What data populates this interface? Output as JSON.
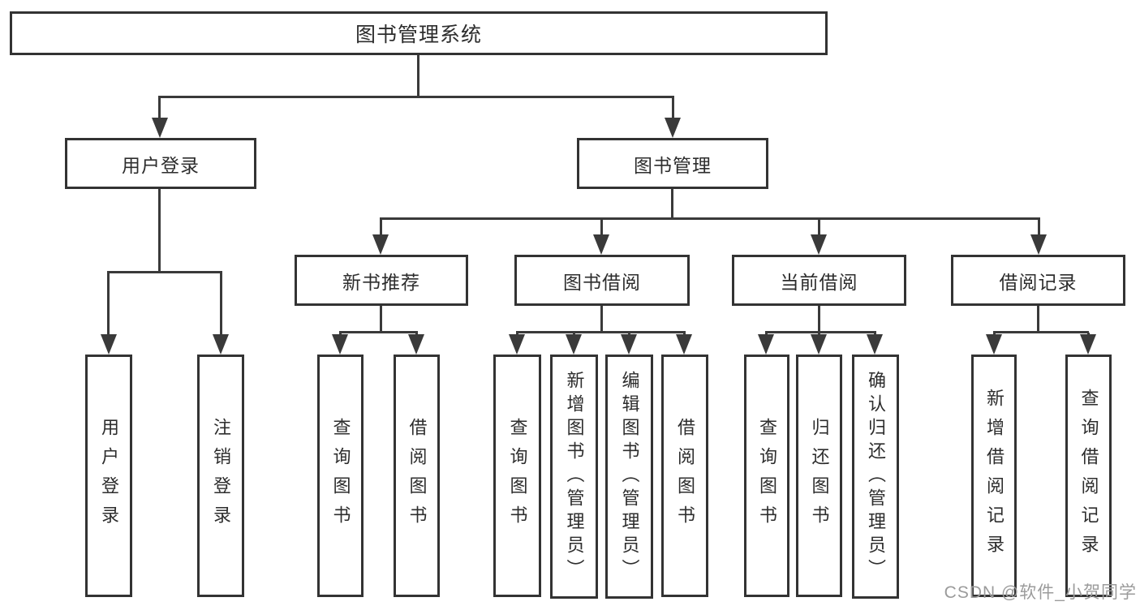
{
  "watermark": "CSDN @软件_小贺同学",
  "colors": {
    "background": "#ffffff",
    "border": "#333333",
    "line": "#3a3a3a",
    "text": "#2d2d2d",
    "watermark_text": "#9b9b9b"
  },
  "tree": {
    "label": "图书管理系统",
    "children": [
      {
        "label": "用户登录",
        "children": [
          {
            "label": "用户登录"
          },
          {
            "label": "注销登录"
          }
        ]
      },
      {
        "label": "图书管理",
        "children": [
          {
            "label": "新书推荐",
            "children": [
              {
                "label": "查询图书"
              },
              {
                "label": "借阅图书"
              }
            ]
          },
          {
            "label": "图书借阅",
            "children": [
              {
                "label": "查询图书"
              },
              {
                "label": "新增图书（管理员）"
              },
              {
                "label": "编辑图书（管理员）"
              },
              {
                "label": "借阅图书"
              }
            ]
          },
          {
            "label": "当前借阅",
            "children": [
              {
                "label": "查询图书"
              },
              {
                "label": "归还图书"
              },
              {
                "label": "确认归还（管理员）"
              }
            ]
          },
          {
            "label": "借阅记录",
            "children": [
              {
                "label": "新增借阅记录"
              },
              {
                "label": "查询借阅记录"
              }
            ]
          }
        ]
      }
    ]
  }
}
